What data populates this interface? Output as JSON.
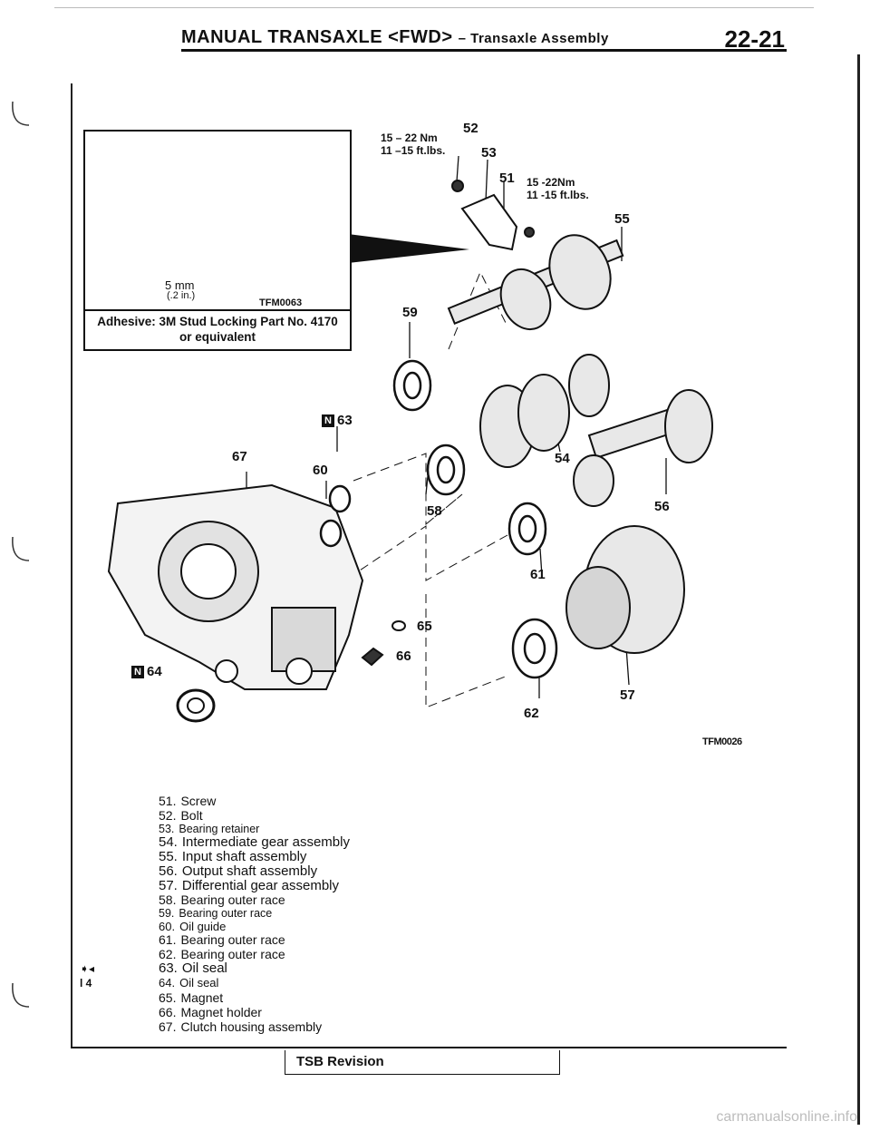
{
  "header": {
    "title": "MANUAL TRANSAXLE <FWD>",
    "subtitle": "– Transaxle Assembly",
    "page_number": "22-21"
  },
  "inset": {
    "dimension_mm": "5 mm",
    "dimension_in": "(.2 in.)",
    "figure_code": "TFM0063",
    "adhesive_line1": "Adhesive: 3M Stud Locking Part No. 4170",
    "adhesive_line2": "or equivalent"
  },
  "diagram": {
    "torque_52_nm": "15 – 22 Nm",
    "torque_52_ft": "11 –15 ft.lbs.",
    "torque_51_nm": "15 -22Nm",
    "torque_51_ft": "11 -15 ft.lbs.",
    "figure_code": "TFM0026",
    "labels": {
      "l51": "51",
      "l52": "52",
      "l53": "53",
      "l54": "54",
      "l55": "55",
      "l56": "56",
      "l57": "57",
      "l58": "58",
      "l59": "59",
      "l60": "60",
      "l61": "61",
      "l62": "62",
      "l63": "63",
      "l64": "64",
      "l65": "65",
      "l66": "66",
      "l67": "67"
    },
    "badge_letter": "N"
  },
  "parts": [
    {
      "num": "51.",
      "name": "Screw"
    },
    {
      "num": "52.",
      "name": "Bolt"
    },
    {
      "num": "53.",
      "name": "Bearing retainer"
    },
    {
      "num": "54.",
      "name": "Intermediate gear assembly"
    },
    {
      "num": "55.",
      "name": "Input shaft assembly"
    },
    {
      "num": "56.",
      "name": "Output shaft assembly"
    },
    {
      "num": "57.",
      "name": "Differential gear assembly"
    },
    {
      "num": "58.",
      "name": "Bearing outer race"
    },
    {
      "num": "59.",
      "name": "Bearing outer race"
    },
    {
      "num": "60.",
      "name": "Oil guide"
    },
    {
      "num": "61.",
      "name": "Bearing outer race"
    },
    {
      "num": "62.",
      "name": "Bearing outer race"
    },
    {
      "num": "63.",
      "name": "Oil seal"
    },
    {
      "num": "64.",
      "name": "Oil seal"
    },
    {
      "num": "65.",
      "name": "Magnet"
    },
    {
      "num": "66.",
      "name": "Magnet holder"
    },
    {
      "num": "67.",
      "name": "Clutch housing assembly"
    }
  ],
  "markers": {
    "m63": "➧◂",
    "m64": "l 4"
  },
  "footer": {
    "tsb_label": "TSB Revision",
    "watermark": "carmanualsonline.info"
  }
}
